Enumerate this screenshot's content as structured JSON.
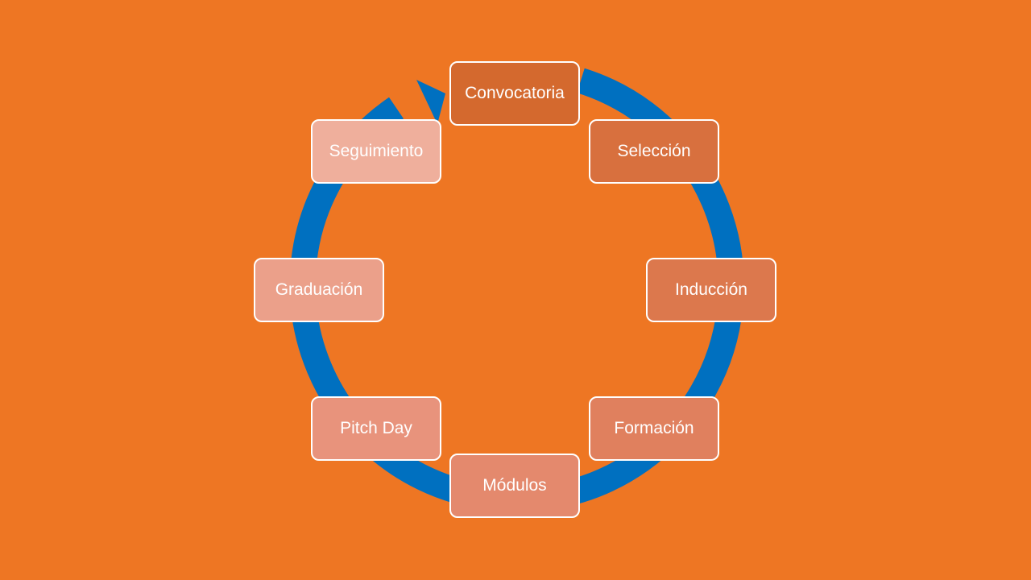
{
  "colors": {
    "background": "#EE7623",
    "arrow": "#0070C0",
    "border": "#FFFFFF",
    "text": "#FFFFFF"
  },
  "cycle": {
    "steps": [
      {
        "label": "Convocatoria",
        "color": "#D4692E"
      },
      {
        "label": "Selección",
        "color": "#D8703E"
      },
      {
        "label": "Inducción",
        "color": "#DC784D"
      },
      {
        "label": "Formación",
        "color": "#E0805E"
      },
      {
        "label": "Módulos",
        "color": "#E4896D"
      },
      {
        "label": "Pitch Day",
        "color": "#E8937C"
      },
      {
        "label": "Graduación",
        "color": "#EBA08A"
      },
      {
        "label": "Seguimiento",
        "color": "#EFAF9C"
      }
    ]
  }
}
